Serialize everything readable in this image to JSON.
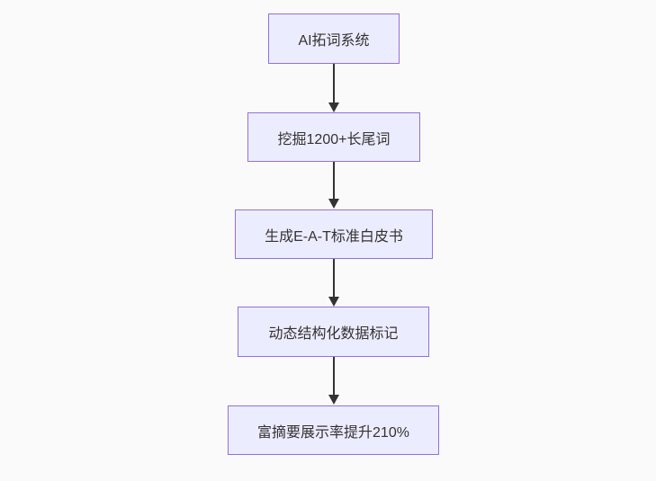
{
  "page": {
    "background_color": "#fafafa"
  },
  "flowchart": {
    "style": {
      "node_fill": "#ececff",
      "node_border": "#9370db",
      "text_color": "#333333",
      "arrow_color": "#333333"
    },
    "nodes": [
      {
        "id": "n1",
        "label": "AI拓词系统"
      },
      {
        "id": "n2",
        "label": "挖掘1200+长尾词"
      },
      {
        "id": "n3",
        "label": "生成E-A-T标准白皮书"
      },
      {
        "id": "n4",
        "label": "动态结构化数据标记"
      },
      {
        "id": "n5",
        "label": "富摘要展示率提升210%"
      }
    ],
    "edges": [
      {
        "from": "n1",
        "to": "n2"
      },
      {
        "from": "n2",
        "to": "n3"
      },
      {
        "from": "n3",
        "to": "n4"
      },
      {
        "from": "n4",
        "to": "n5"
      }
    ]
  }
}
